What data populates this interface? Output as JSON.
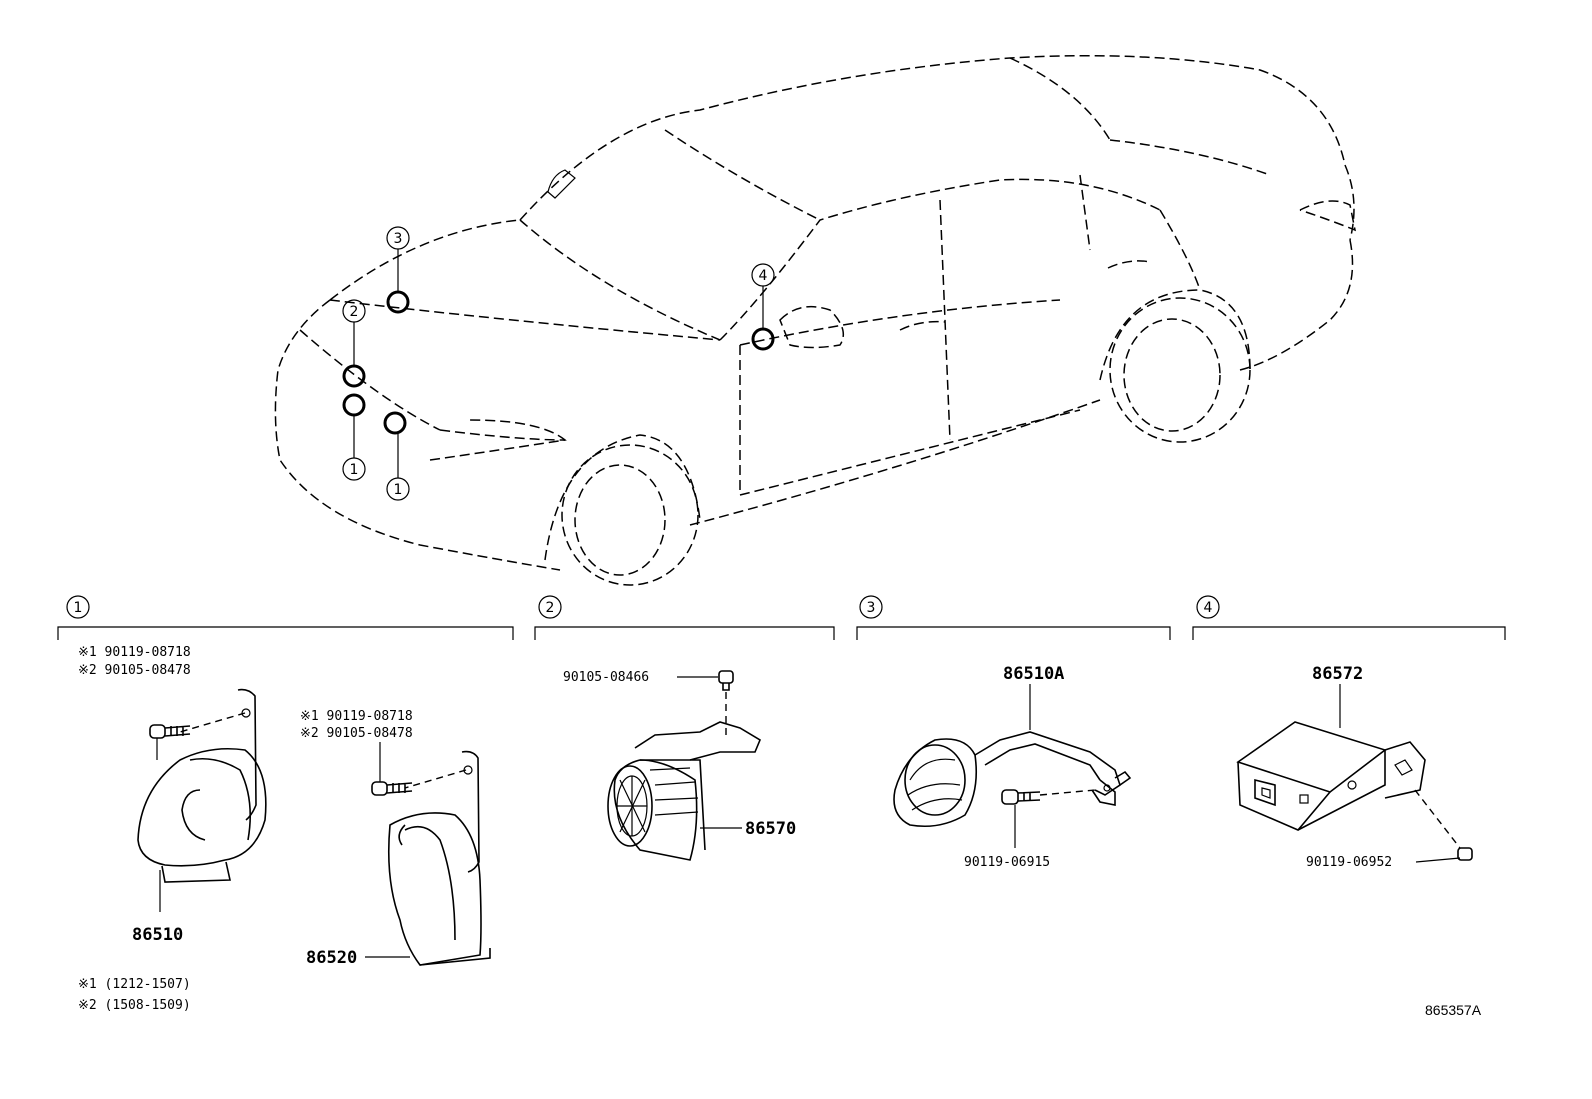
{
  "diagram_id": "865357A",
  "callouts": {
    "car_1a": "1",
    "car_1b": "1",
    "car_2": "2",
    "car_3": "3",
    "car_4": "4"
  },
  "sections": [
    {
      "number": "1",
      "note1_a": "※1 90119-08718",
      "note2_a": "※2 90105-08478",
      "note1_b": "※1 90119-08718",
      "note2_b": "※2 90105-08478",
      "part_a": "86510",
      "part_b": "86520",
      "footnote1": "※1 (1212-1507)",
      "footnote2": "※2 (1508-1509)"
    },
    {
      "number": "2",
      "bolt": "90105-08466",
      "part": "86570"
    },
    {
      "number": "3",
      "part": "86510A",
      "bolt": "90119-06915"
    },
    {
      "number": "4",
      "part": "86572",
      "bolt": "90119-06952"
    }
  ]
}
